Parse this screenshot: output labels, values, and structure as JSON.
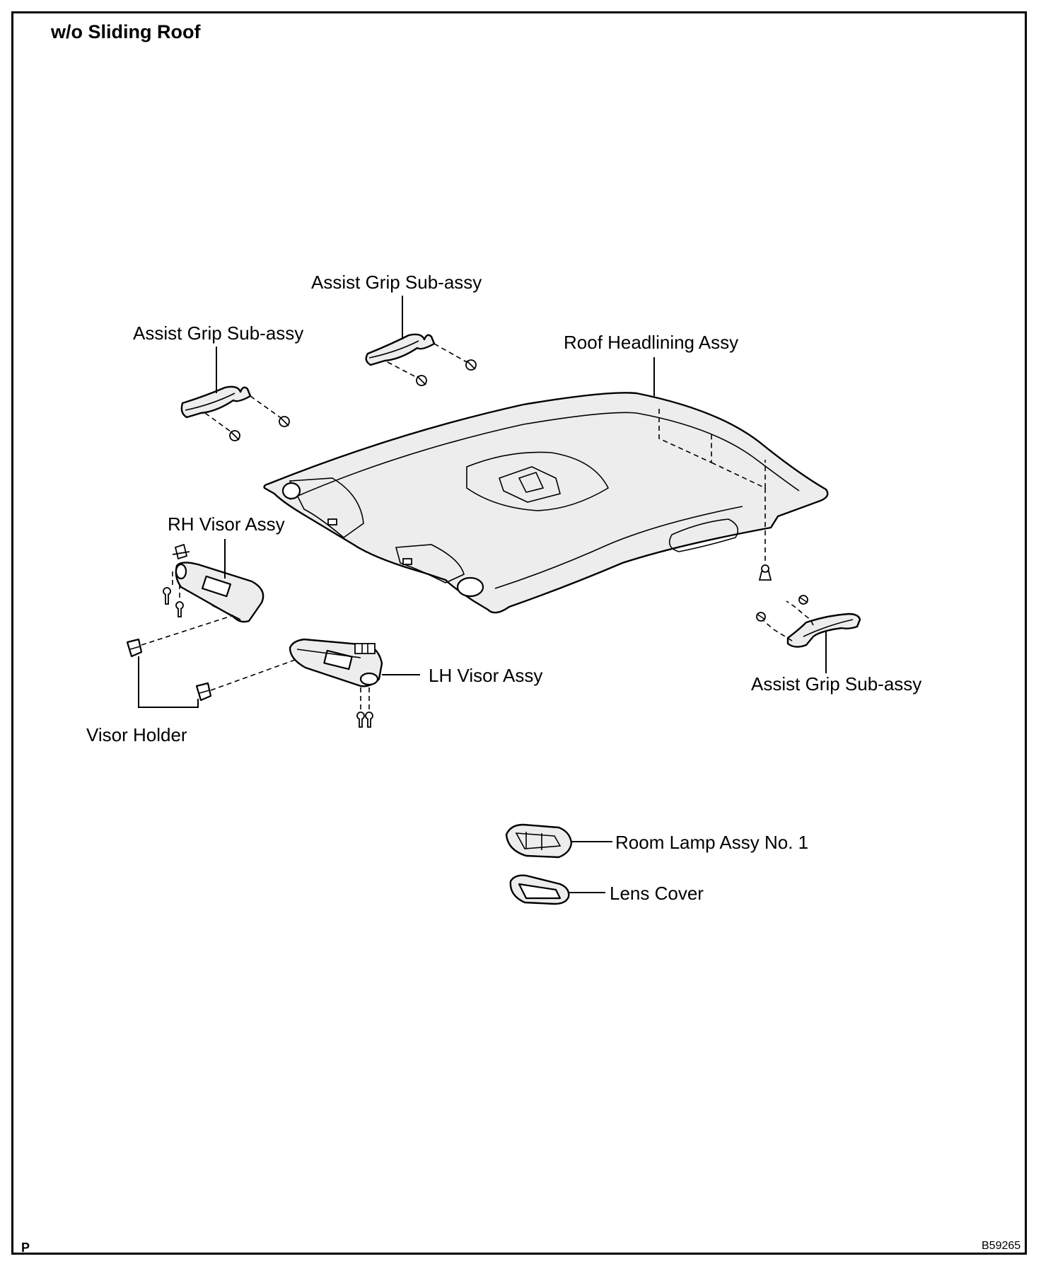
{
  "title": "w/o Sliding Roof",
  "labels": {
    "assist_grip_center": "Assist Grip Sub-assy",
    "assist_grip_left": "Assist Grip Sub-assy",
    "roof_headlining": "Roof Headlining Assy",
    "rh_visor": "RH Visor Assy",
    "lh_visor": "LH Visor Assy",
    "assist_grip_right": "Assist Grip Sub-assy",
    "visor_holder": "Visor Holder",
    "room_lamp": "Room Lamp Assy No. 1",
    "lens_cover": "Lens Cover"
  },
  "footer": {
    "left_mark": "P",
    "figure_code": "B59265"
  }
}
